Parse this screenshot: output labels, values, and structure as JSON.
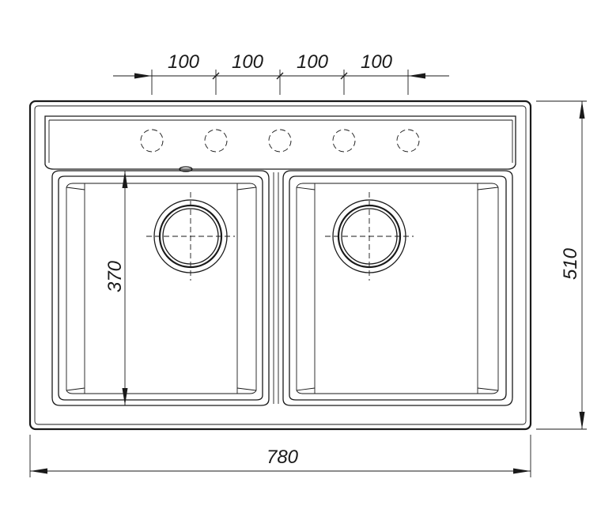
{
  "dimensions": {
    "tap_spacing": [
      "100",
      "100",
      "100",
      "100"
    ],
    "bowl_depth": "370",
    "overall_depth": "510",
    "overall_width": "780"
  },
  "tap_holes": 5,
  "bowls": 2,
  "colors": {
    "line": "#1a1a1a",
    "background": "#ffffff"
  }
}
